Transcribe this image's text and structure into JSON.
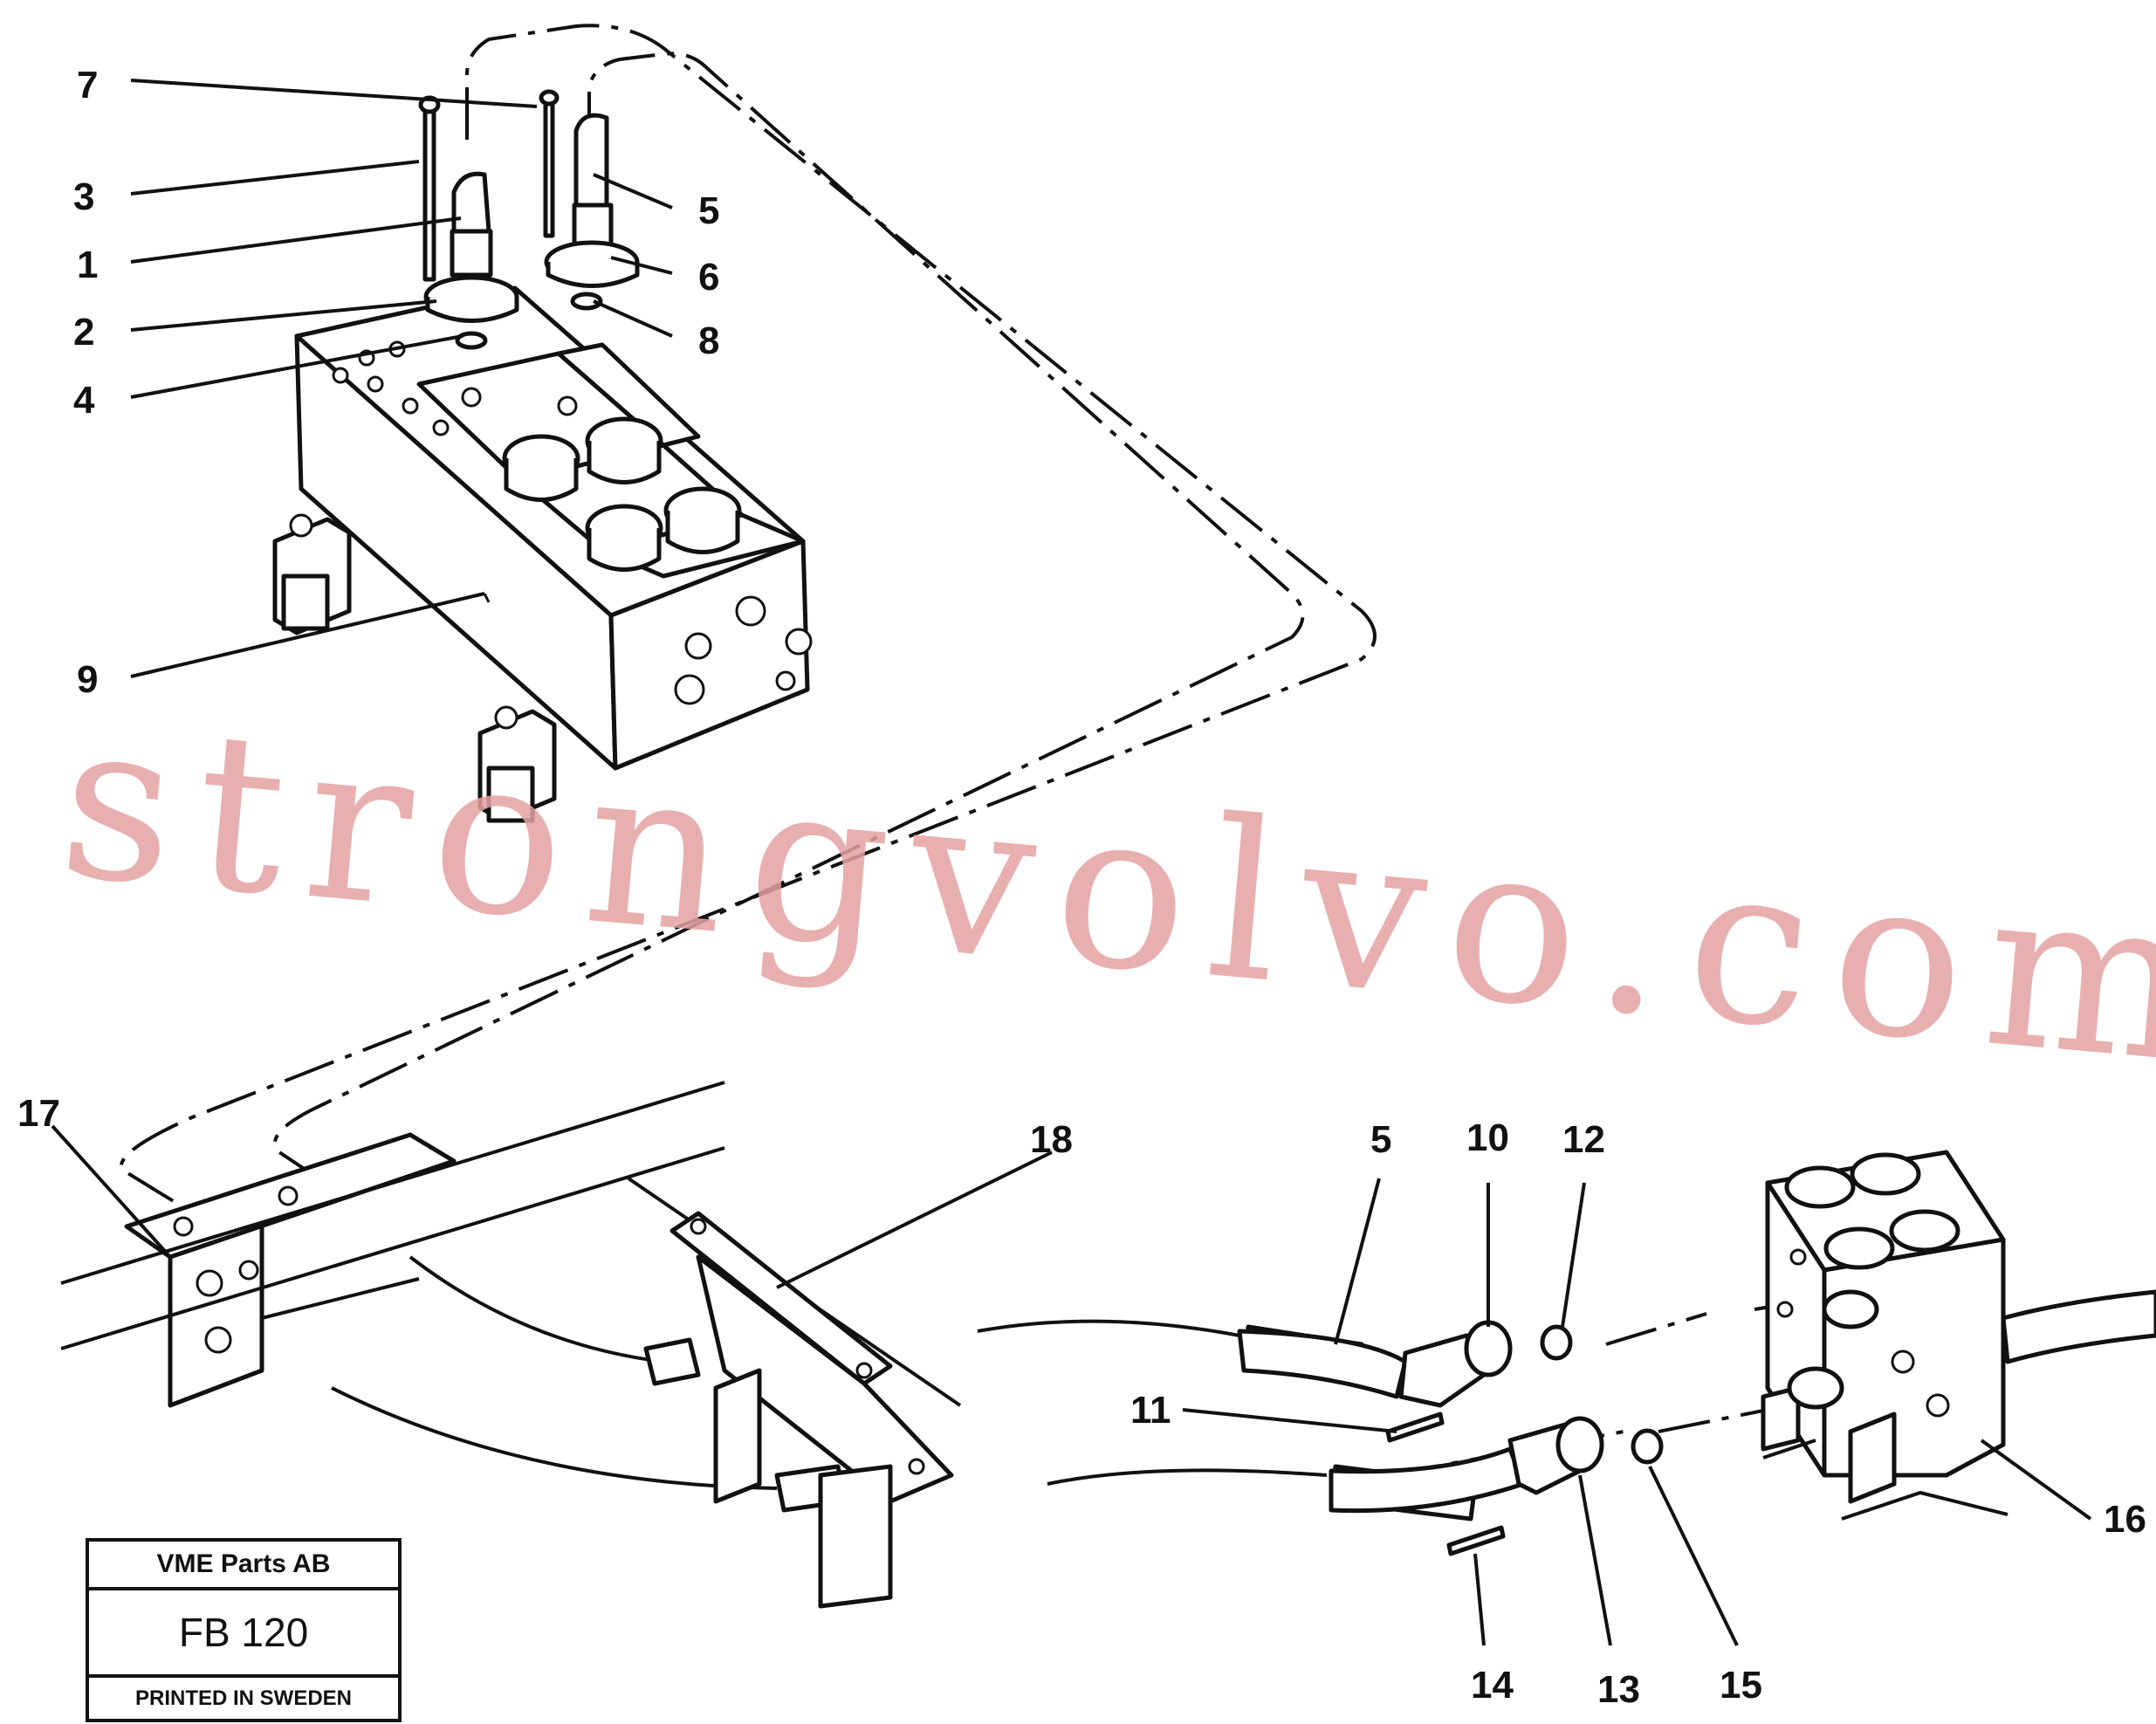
{
  "watermark": "strongvolvo.com",
  "title_block": {
    "company": "VME Parts AB",
    "code": "FB 120",
    "printed": "PRINTED IN SWEDEN"
  },
  "callouts": [
    {
      "id": "1",
      "part": "control-lever"
    },
    {
      "id": "2",
      "part": "flange"
    },
    {
      "id": "3",
      "part": "screw"
    },
    {
      "id": "4",
      "part": "o-ring"
    },
    {
      "id": "5",
      "part": "hose"
    },
    {
      "id": "6",
      "part": "flange"
    },
    {
      "id": "7",
      "part": "screw"
    },
    {
      "id": "8",
      "part": "o-ring"
    },
    {
      "id": "9",
      "part": "control-valve"
    },
    {
      "id": "10",
      "part": "flange"
    },
    {
      "id": "11",
      "part": "screw"
    },
    {
      "id": "12",
      "part": "o-ring"
    },
    {
      "id": "13",
      "part": "flange"
    },
    {
      "id": "14",
      "part": "screw"
    },
    {
      "id": "15",
      "part": "o-ring"
    },
    {
      "id": "16",
      "part": "valve-block"
    },
    {
      "id": "17",
      "part": "pipe-clamp"
    },
    {
      "id": "18",
      "part": "pipe-bracket"
    },
    {
      "id": "5",
      "part": "hose"
    }
  ]
}
